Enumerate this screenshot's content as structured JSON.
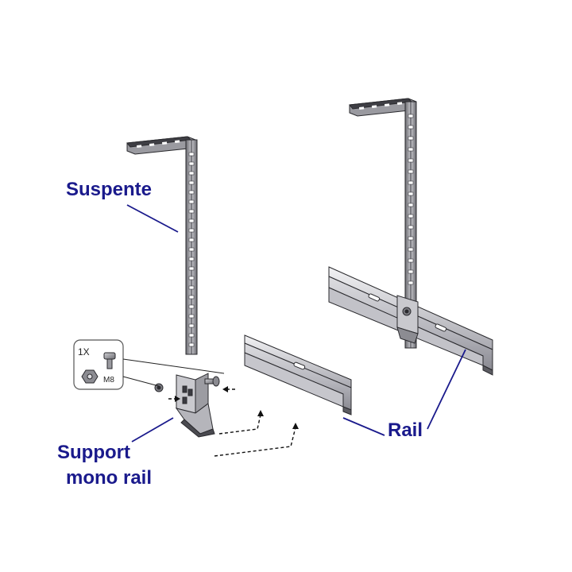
{
  "labels": {
    "suspente": "Suspente",
    "rail": "Rail",
    "support_line1": "Support",
    "support_line2": "mono rail"
  },
  "inset": {
    "quantity": "1X",
    "bolt_size": "M8"
  },
  "colors": {
    "label_text": "#1a1a8c",
    "leader_line": "#1a1a8c",
    "metal_light": "#e6e6e8",
    "metal_mid": "#b9b9bf",
    "metal_dark": "#5c5c62",
    "outline": "#2a2a2e"
  }
}
